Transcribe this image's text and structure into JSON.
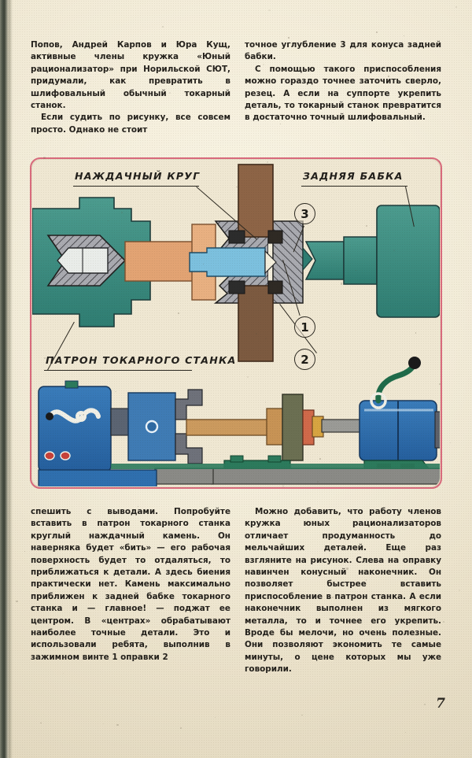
{
  "page": {
    "number": "7",
    "paper_color": "#ece4cf",
    "ink_color": "#24211c",
    "frame_color": "#d86a7c"
  },
  "columns": {
    "top_left": [
      "Попов, Андрей Карпов и Юра Кущ, активные члены кружка «Юный рационализатор» при Норильской СЮТ, придумали, как превратить в шлифовальный обычный токарный станок.",
      "Если судить по рисунку, все совсем просто. Однако не стоит"
    ],
    "top_right": [
      "точное углубление 3 для конуса задней бабки.",
      "С помощью такого приспособления можно гораздо точнее заточить сверло, резец. А если на суппорте укрепить деталь, то токарный станок превратится в достаточно точный шлифовальный."
    ],
    "bottom_left": [
      "спешить с выводами. Попробуйте вставить в патрон токарного станка круглый наждачный камень. Он наверняка будет «бить» — его рабочая поверхность будет то отдаляться, то приближаться к детали. А здесь биения практически нет. Камень максимально приближен к задней бабке токарного станка и — главное! — поджат ее центром. В «центрах» обрабатывают наиболее точные детали. Это и использовали ребята, выполнив в зажимном винте 1 оправки 2"
    ],
    "bottom_right": [
      "Можно добавить, что работу членов кружка юных рационализаторов отличает продуманность до мельчайших деталей. Еще раз взгляните на рисунок. Слева на оправку навинчен конусный наконечник. Он позволяет быстрее вставить приспособление в патрон станка. А если наконечник выполнен из мягкого металла, то и точнее его укрепить. Вроде бы мелочи, но очень полезные. Они позволяют экономить те самые минуты, о цене которых мы уже говорили."
    ]
  },
  "figure": {
    "labels": {
      "grinding_wheel": "НАЖДАЧНЫЙ КРУГ",
      "tailstock": "ЗАДНЯЯ БАБКА",
      "lathe_chuck": "ПАТРОН ТОКАРНОГО СТАНКА"
    },
    "callouts": {
      "one": "1",
      "two": "2",
      "three": "3"
    },
    "colors": {
      "chuck_teal": "#3f8f84",
      "mandrel_tan": "#e0a070",
      "wheel_brown": "#8d6446",
      "steel_hatch": "#8e9097",
      "bolt_blue": "#6fb8d8",
      "lathe_blue": "#2f6fae",
      "base_grey": "#8a8a86",
      "handle_green": "#1f6b4a"
    }
  }
}
